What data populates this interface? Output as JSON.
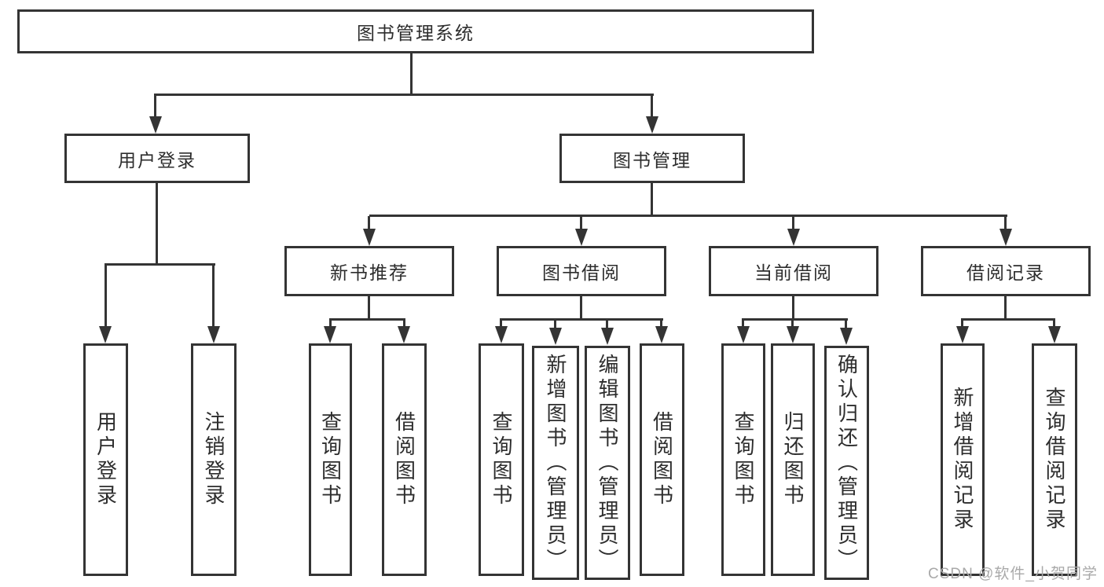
{
  "tree": {
    "root": {
      "label": "图书管理系统"
    },
    "branches": [
      {
        "label": "用户登录",
        "leaves": [
          {
            "label": "用户登录"
          },
          {
            "label": "注销登录"
          }
        ]
      },
      {
        "label": "图书管理",
        "groups": [
          {
            "label": "新书推荐",
            "leaves": [
              {
                "label": "查询图书"
              },
              {
                "label": "借阅图书"
              }
            ]
          },
          {
            "label": "图书借阅",
            "leaves": [
              {
                "label": "查询图书"
              },
              {
                "label": "新增图书（管理员）"
              },
              {
                "label": "编辑图书（管理员）"
              },
              {
                "label": "借阅图书"
              }
            ]
          },
          {
            "label": "当前借阅",
            "leaves": [
              {
                "label": "查询图书"
              },
              {
                "label": "归还图书"
              },
              {
                "label": "确认归还（管理员）"
              }
            ]
          },
          {
            "label": "借阅记录",
            "leaves": [
              {
                "label": "新增借阅记录"
              },
              {
                "label": "查询借阅记录"
              }
            ]
          }
        ]
      }
    ]
  },
  "watermark": {
    "text": "CSDN @软件_小贺同学"
  },
  "colors": {
    "line": "#343434",
    "text": "#2d2d2d",
    "watermark": "#a9a9a9",
    "background": "#ffffff"
  }
}
